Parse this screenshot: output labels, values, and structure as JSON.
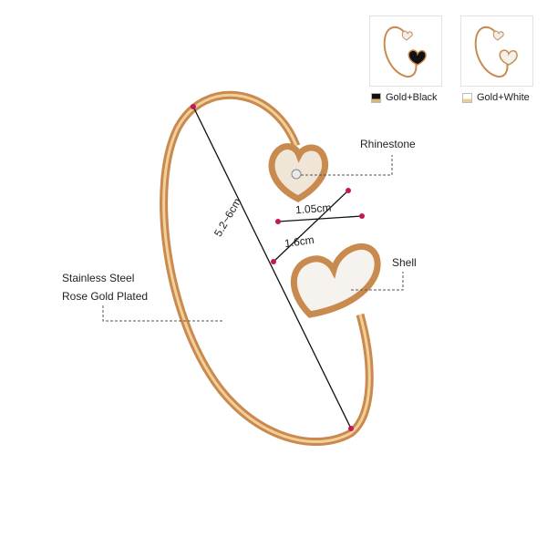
{
  "variants": [
    {
      "label": "Gold+Black",
      "swatch_top": "#111111",
      "swatch_bottom": "#d9b77a",
      "heart_color": "#111111"
    },
    {
      "label": "Gold+White",
      "swatch_top": "#ffffff",
      "swatch_bottom": "#e8cf98",
      "heart_color": "#f4f1ea"
    }
  ],
  "callouts": {
    "rhinestone": "Rhinestone",
    "shell": "Shell",
    "material_line1": "Stainless Steel",
    "material_line2": "Rose Gold Plated"
  },
  "dimensions": {
    "diameter": "5.2~6cm",
    "small_heart": "1.05cm",
    "large_heart": "1.6cm"
  },
  "colors": {
    "gold": "#d49a5c",
    "gold_dark": "#b97a3e",
    "marker": "#c2185b"
  }
}
